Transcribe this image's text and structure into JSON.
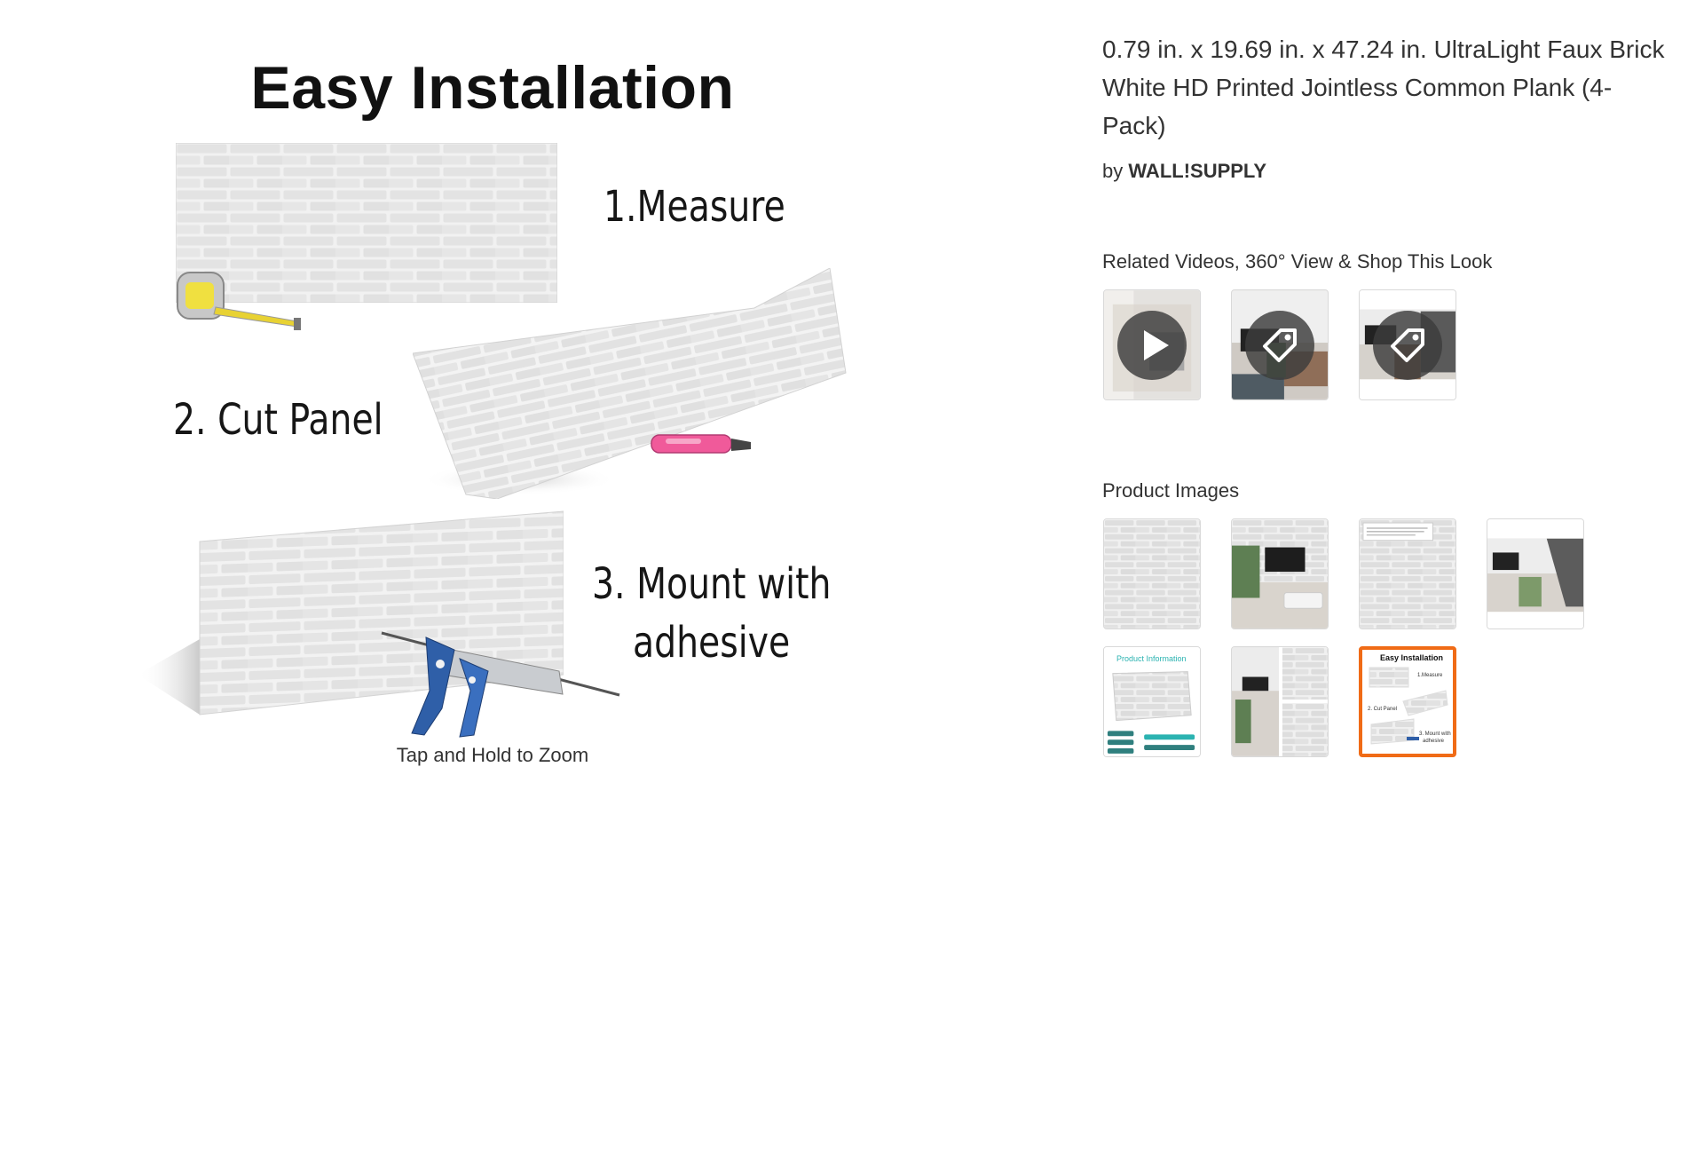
{
  "main_image": {
    "title": "Easy Installation",
    "steps": [
      "1.Measure",
      "2. Cut Panel",
      "3. Mount with",
      "adhesive"
    ],
    "zoom_hint": "Tap and Hold to Zoom"
  },
  "product": {
    "title": "0.79 in. x 19.69 in. x 47.24 in. UltraLight Faux Brick White HD Printed Jointless Common Plank (4-Pack)",
    "by_prefix": "by",
    "brand": "WALL!SUPPLY"
  },
  "related": {
    "heading": "Related Videos, 360° View & Shop This Look",
    "items": [
      {
        "kind": "video",
        "icon": "play-icon"
      },
      {
        "kind": "shop-this-look",
        "icon": "price-tag-icon"
      },
      {
        "kind": "shop-this-look",
        "icon": "price-tag-icon"
      }
    ]
  },
  "product_images": {
    "heading": "Product Images",
    "thumb5_caption": "Product Information",
    "thumb7": {
      "title": "Easy Installation",
      "steps": [
        "1.Measure",
        "2. Cut Panel",
        "3. Mount with",
        "adhesive"
      ]
    },
    "selected_index": 6
  },
  "colors": {
    "accent_selected": "#f06b16",
    "text": "#333333",
    "brick": "#e6e6e6",
    "teal_label": "#2bb3b1"
  }
}
